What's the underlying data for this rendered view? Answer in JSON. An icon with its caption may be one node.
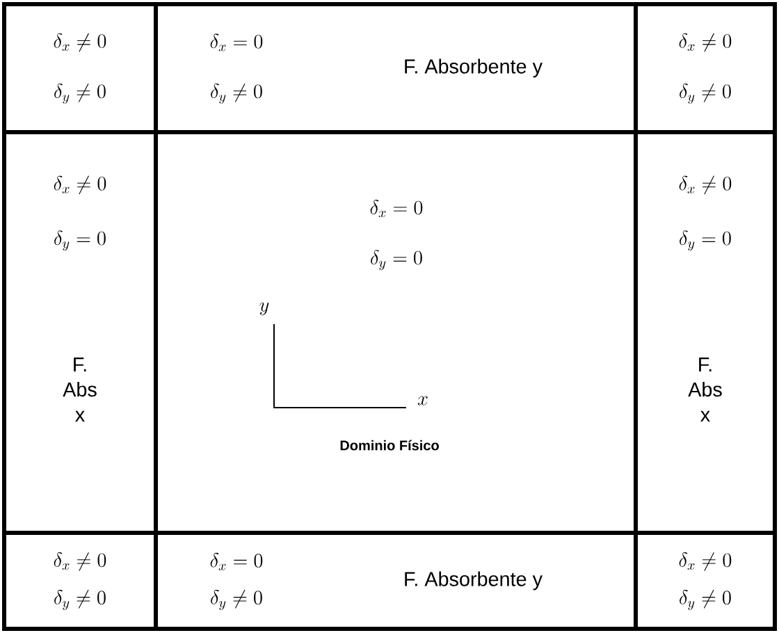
{
  "diagram": {
    "nodes": [
      {
        "text": [
          "\\delta_x \\neq 0",
          "\\delta_y \\neq 0"
        ]
      },
      {
        "text": [
          "\\delta_x = 0",
          "\\delta_y \\neq 0",
          "F. Absorbente y"
        ]
      },
      {
        "text": [
          "\\delta_x \\neq 0",
          "\\delta_y \\neq 0"
        ]
      },
      {
        "text": [
          "\\delta_x \\neq 0",
          "\\delta_y = 0",
          "F. Abs x"
        ]
      },
      {
        "text": [
          "\\delta_x = 0",
          "\\delta_y = 0",
          "Dominio Físico"
        ]
      },
      {
        "text": [
          "\\delta_x \\neq 0",
          "\\delta_y = 0",
          "F. Abs x"
        ]
      },
      {
        "text": [
          "\\delta_x \\neq 0",
          "\\delta_y \\neq 0"
        ]
      },
      {
        "text": [
          "\\delta_x = 0",
          "\\delta_y \\neq 0",
          "F. Absorbente y"
        ]
      },
      {
        "text": [
          "\\delta_x \\neq 0",
          "\\delta_y \\neq 0"
        ]
      }
    ],
    "labels": [
      "y",
      "x"
    ]
  }
}
